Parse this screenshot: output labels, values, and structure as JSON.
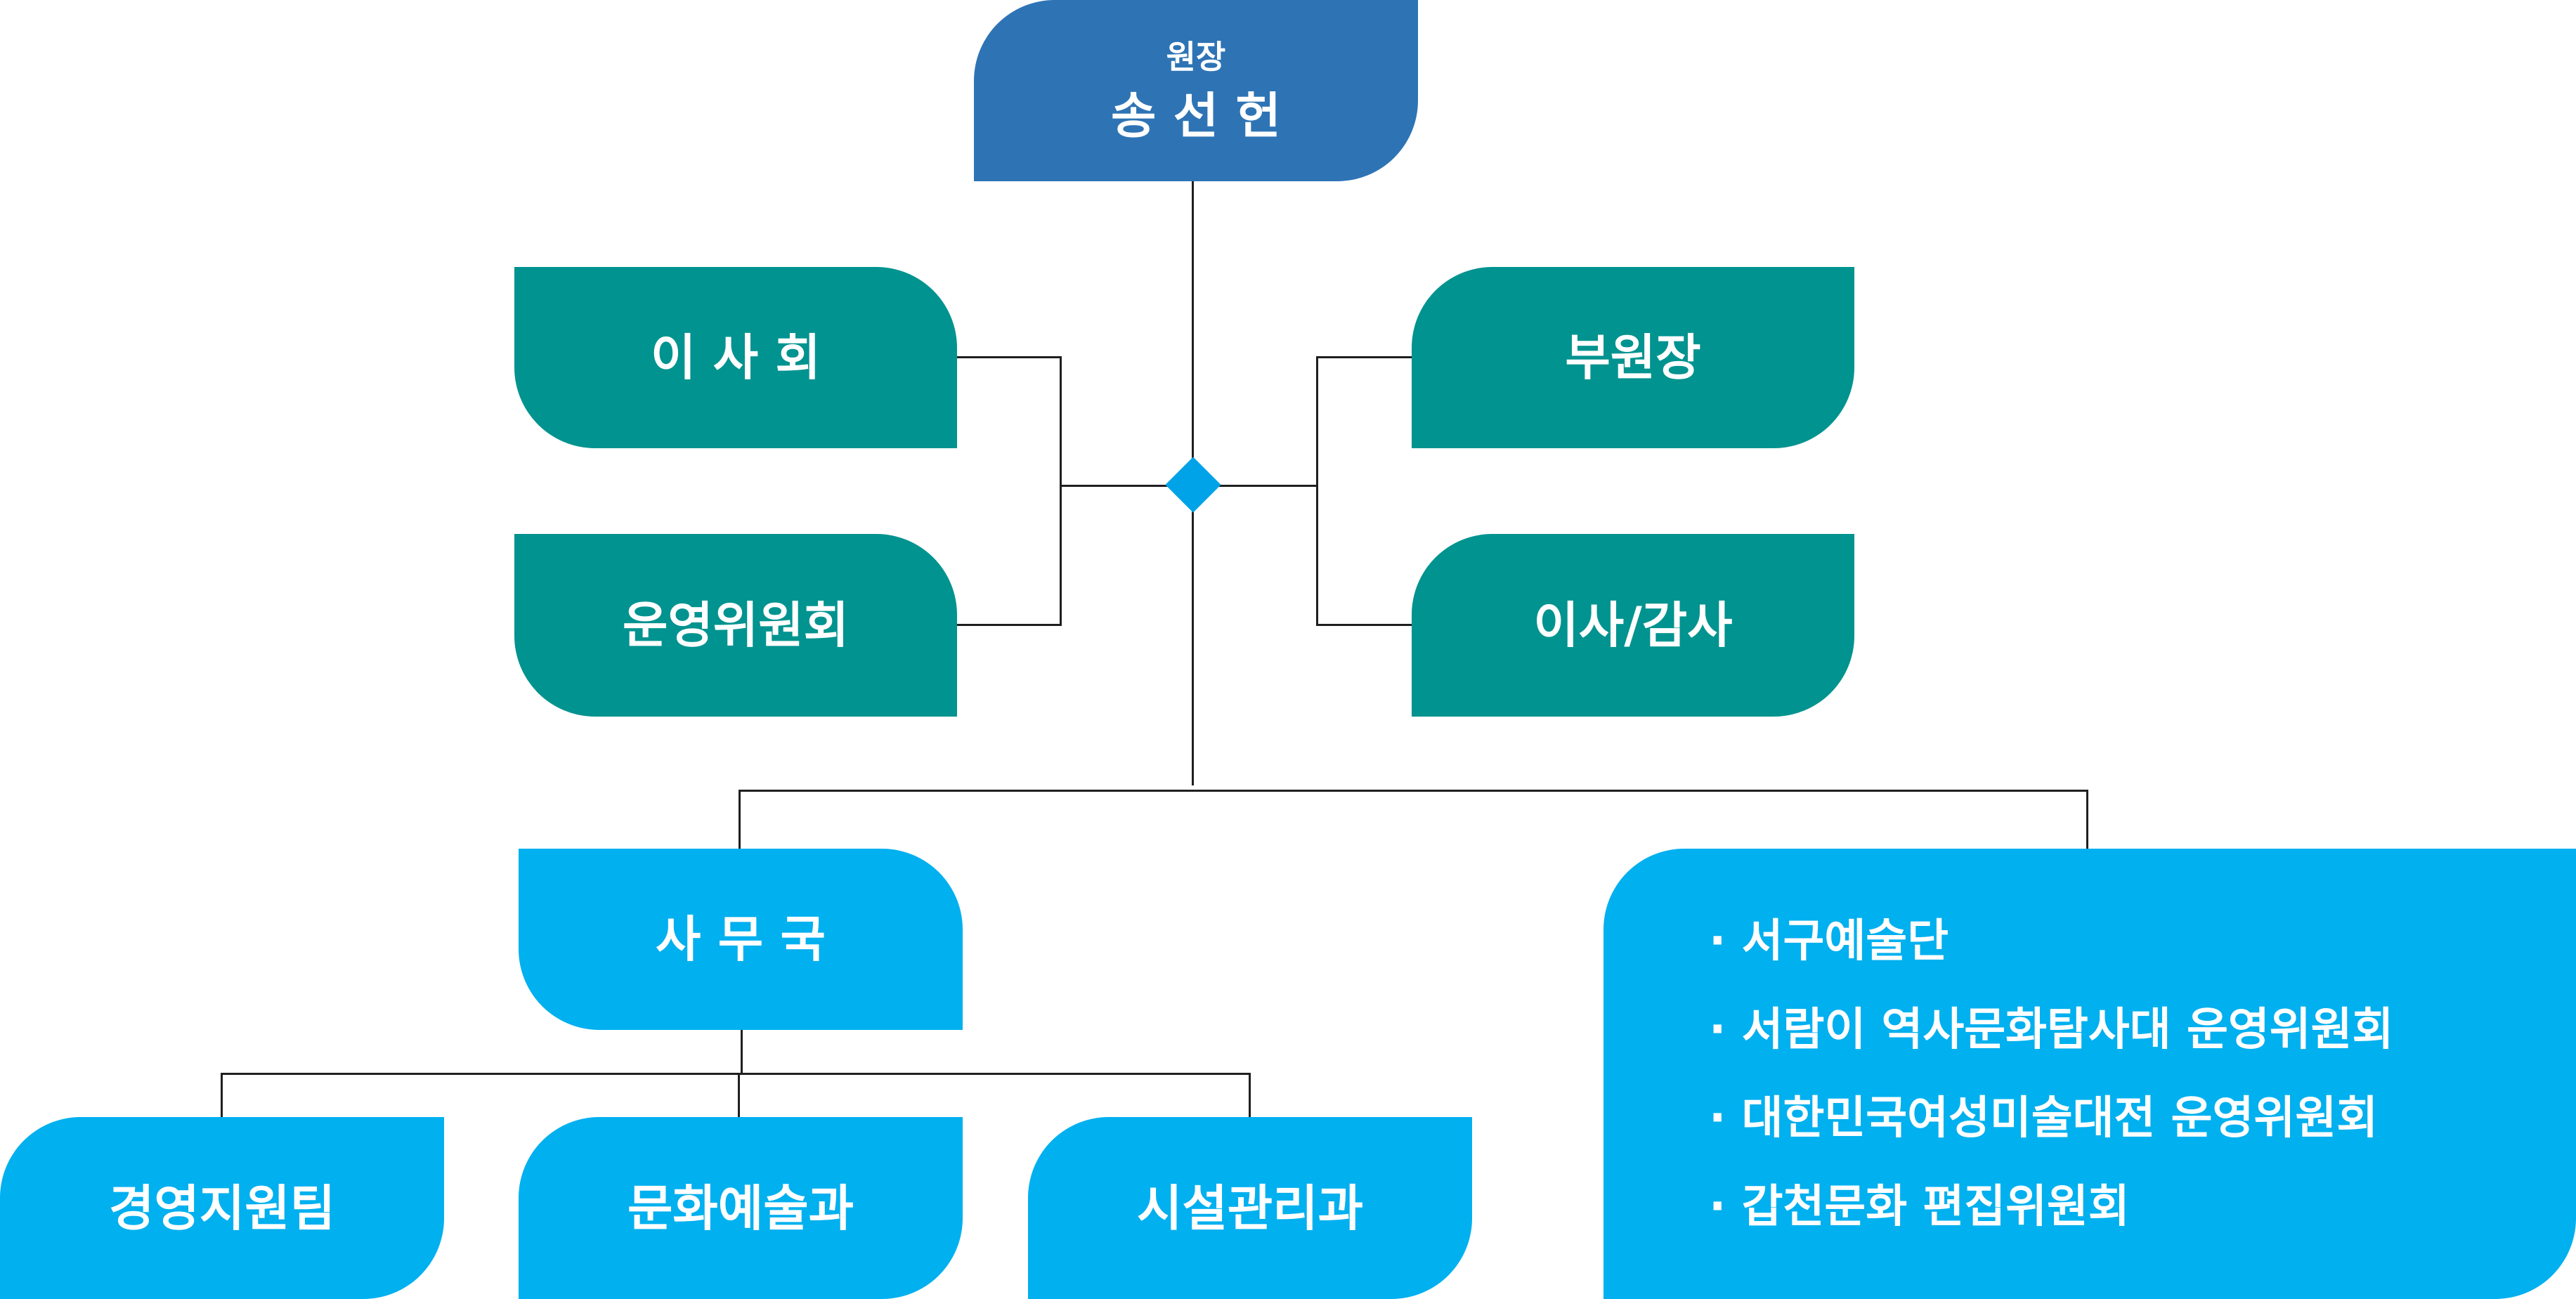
{
  "head": {
    "title": "원장",
    "name": "송 선 헌"
  },
  "upper_units": {
    "board": "이 사 회",
    "committee": "운영위원회",
    "vice_director": "부원장",
    "directors_auditors": "이사/감사"
  },
  "secretariat": {
    "label": "사 무 국",
    "teams": [
      "경영지원팀",
      "문화예술과",
      "시설관리과"
    ]
  },
  "committees": [
    "서구예술단",
    "서람이 역사문화탐사대 운영위원회",
    "대한민국여성미술대전 운영위원회",
    "갑천문화 편집위원회"
  ],
  "colors": {
    "head": "#2E74B5",
    "upper": "#00938F",
    "lower": "#00B0EF",
    "connector": "#1f1f1f",
    "junction": "#00A3E8"
  }
}
